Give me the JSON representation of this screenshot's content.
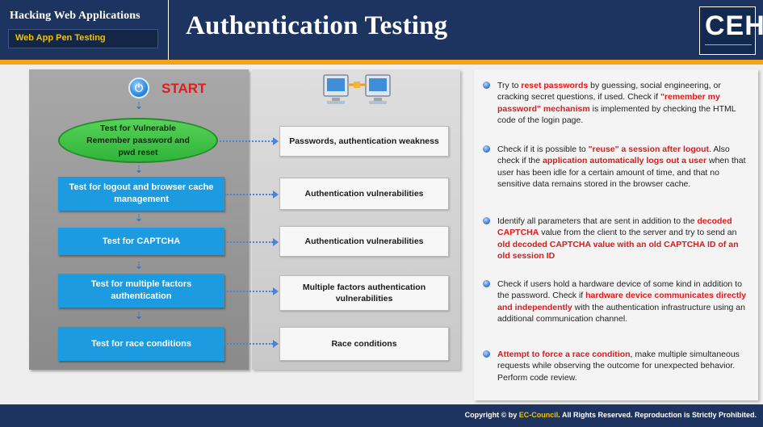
{
  "header": {
    "course_title": "Hacking Web Applications",
    "subtitle": "Web App Pen Testing",
    "page_title": "Authentication Testing",
    "logo_text": "CEH"
  },
  "flow": {
    "start_label": "START",
    "steps": [
      "Test for Vulnerable Remember password and pwd reset",
      "Test for logout and browser cache management",
      "Test for CAPTCHA",
      "Test for multiple factors authentication",
      "Test for race conditions"
    ],
    "results": [
      "Passwords, authentication weakness",
      "Authentication vulnerabilities",
      "Authentication vulnerabilities",
      "Multiple factors authentication vulnerabilities",
      "Race conditions"
    ]
  },
  "bullets": [
    {
      "parts": [
        {
          "t": "Try to ",
          "hl": false
        },
        {
          "t": "reset passwords",
          "hl": true
        },
        {
          "t": " by guessing, social engineering, or cracking secret questions, if used. Check if ",
          "hl": false
        },
        {
          "t": "\"remember my password\" mechanism",
          "hl": true
        },
        {
          "t": " is implemented by checking the HTML code of the login page.",
          "hl": false
        }
      ]
    },
    {
      "parts": [
        {
          "t": "Check if it is possible to ",
          "hl": false
        },
        {
          "t": "\"reuse\" a session after logout",
          "hl": true
        },
        {
          "t": ". Also check if the ",
          "hl": false
        },
        {
          "t": "application automatically logs out a user",
          "hl": true
        },
        {
          "t": " when that user has been idle for a certain amount of time, and that no sensitive data remains stored in the browser cache.",
          "hl": false
        }
      ]
    },
    {
      "parts": [
        {
          "t": "Identify all parameters that are sent in addition to the ",
          "hl": false
        },
        {
          "t": "decoded CAPTCHA",
          "hl": true
        },
        {
          "t": " value from the client to the server and try to send an ",
          "hl": false
        },
        {
          "t": "old decoded CAPTCHA value with an old CAPTCHA ID of an old session ID",
          "hl": true
        }
      ]
    },
    {
      "parts": [
        {
          "t": "Check if users hold a hardware device of some kind in addition to the password. Check if ",
          "hl": false
        },
        {
          "t": "hardware device communicates directly and independently",
          "hl": true
        },
        {
          "t": " with the authentication infrastructure using an additional communication channel.",
          "hl": false
        }
      ]
    },
    {
      "parts": [
        {
          "t": "Attempt to force a race condition",
          "hl": true
        },
        {
          "t": ", make multiple simultaneous requests while observing the outcome for unexpected behavior. Perform code review.",
          "hl": false
        }
      ]
    }
  ],
  "footer": {
    "copyright_prefix": "Copyright © by ",
    "brand": "EC-Council",
    "copyright_suffix": ". All Rights Reserved. Reproduction is Strictly Prohibited."
  },
  "icons": [
    "power-icon",
    "computers-network-icon",
    "bullet-dot-icon"
  ],
  "colors": {
    "header_bg": "#1d3461",
    "accent": "#f2a31a",
    "step_blue": "#1c9be0",
    "start_green": "#2fb43a",
    "highlight_red": "#e01919"
  }
}
